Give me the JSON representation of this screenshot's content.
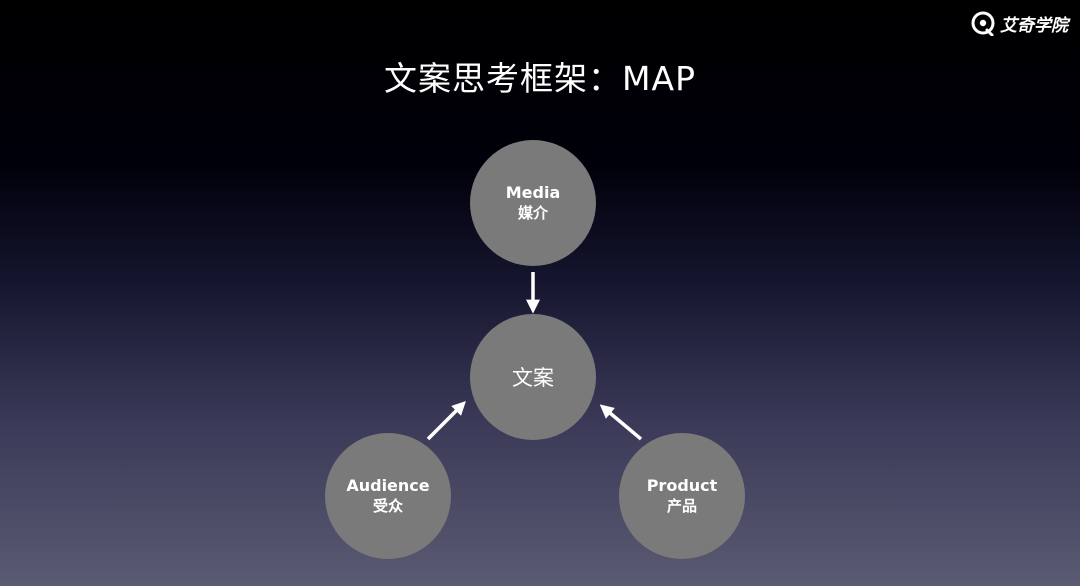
{
  "brand": {
    "logo_text": "艾奇学院"
  },
  "title": "文案思考框架：MAP",
  "nodes": {
    "media": {
      "en": "Media",
      "zh": "媒介"
    },
    "copy": {
      "label": "文案"
    },
    "audience": {
      "en": "Audience",
      "zh": "受众"
    },
    "product": {
      "en": "Product",
      "zh": "产品"
    }
  },
  "colors": {
    "node_fill": "#7a7a7a",
    "arrow": "#ffffff",
    "text": "#ffffff"
  }
}
